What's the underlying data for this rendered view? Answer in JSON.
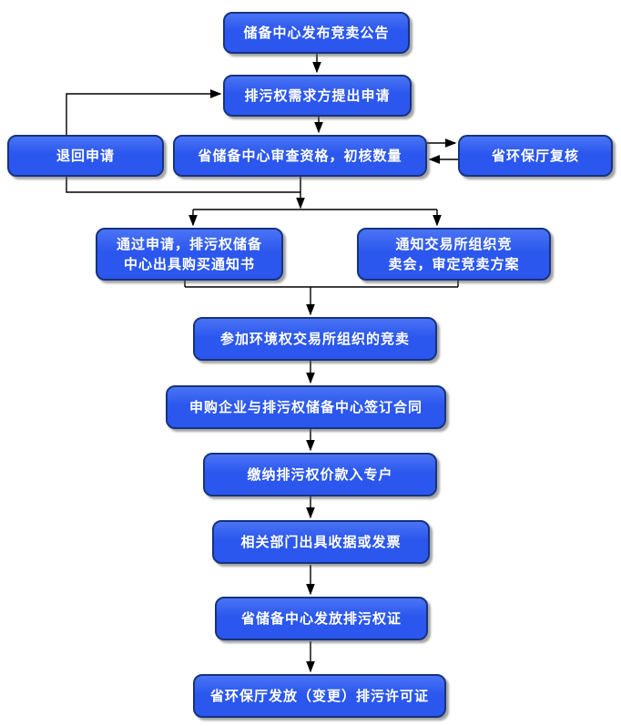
{
  "colors": {
    "background": "#ffffff",
    "node_fill": "#2b57ee",
    "node_fill_highlight": "#4a74f4",
    "node_border": "#17337e",
    "node_text": "#ffffff",
    "connector": "#000000",
    "shadow": "#5a5a5a"
  },
  "flowchart": {
    "nodes": {
      "announce": {
        "label": "储备中心发布竞卖公告"
      },
      "apply": {
        "label": "排污权需求方提出申请"
      },
      "return": {
        "label": "退回申请"
      },
      "review": {
        "label": "省储备中心审查资格，初核数量"
      },
      "recheck": {
        "label": "省环保厅复核"
      },
      "approve": {
        "label": "通过申请，排污权储备\n中心出具购买通知书"
      },
      "notify": {
        "label": "通知交易所组织竞\n卖会，审定竞卖方案"
      },
      "auction": {
        "label": "参加环境权交易所组织的竞卖"
      },
      "contract": {
        "label": "申购企业与排污权储备中心签订合同"
      },
      "pay": {
        "label": "缴纳排污权价款入专户"
      },
      "receipt": {
        "label": "相关部门出具收据或发票"
      },
      "certificate": {
        "label": "省储备中心发放排污权证"
      },
      "permit": {
        "label": "省环保厅发放（变更）排污许可证"
      }
    },
    "edges": [
      {
        "from": "announce",
        "to": "apply",
        "style": "arrow"
      },
      {
        "from": "apply",
        "to": "review",
        "style": "arrow"
      },
      {
        "from": "review",
        "to": "recheck",
        "style": "arrow"
      },
      {
        "from": "recheck",
        "to": "review",
        "style": "arrow"
      },
      {
        "from": "return",
        "to": "apply",
        "style": "arrow-loop"
      },
      {
        "from": "review",
        "to": "return",
        "style": "line-loop"
      },
      {
        "from": "review",
        "to": "approve",
        "style": "arrow-branch"
      },
      {
        "from": "review",
        "to": "notify",
        "style": "arrow-branch"
      },
      {
        "from": "approve",
        "to": "auction",
        "style": "arrow-merge"
      },
      {
        "from": "notify",
        "to": "auction",
        "style": "arrow-merge"
      },
      {
        "from": "auction",
        "to": "contract",
        "style": "arrow"
      },
      {
        "from": "contract",
        "to": "pay",
        "style": "arrow"
      },
      {
        "from": "pay",
        "to": "receipt",
        "style": "arrow"
      },
      {
        "from": "receipt",
        "to": "certificate",
        "style": "arrow"
      },
      {
        "from": "certificate",
        "to": "permit",
        "style": "arrow"
      }
    ]
  }
}
